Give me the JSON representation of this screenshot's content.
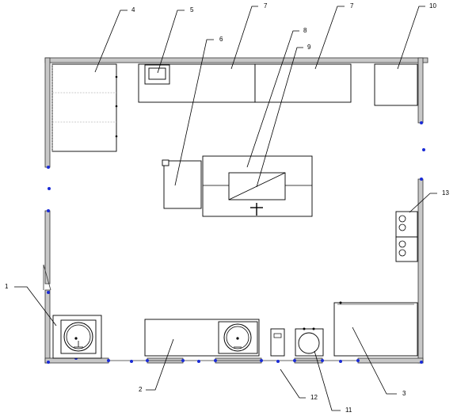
{
  "labels": {
    "l1": "1",
    "l2": "2",
    "l3": "3",
    "l4": "4",
    "l5": "5",
    "l6": "6",
    "l7a": "7",
    "l7b": "7",
    "l8": "8",
    "l9": "9",
    "l10": "10",
    "l11": "11",
    "l12": "12",
    "l13": "13"
  },
  "colors": {
    "wall_fill": "#c8c8c8",
    "node": "#1a2bd6",
    "line": "#000000"
  }
}
